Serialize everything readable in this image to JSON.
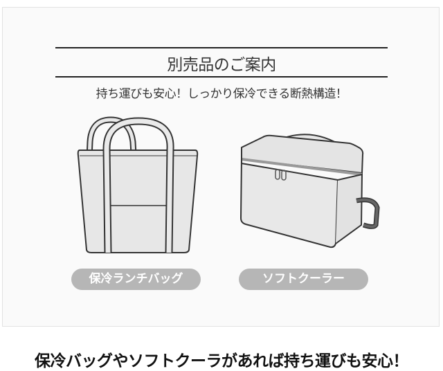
{
  "panel": {
    "title": "別売品のご案内",
    "subtitle": "持ち運びも安心！しっかり保冷できる断熱構造！",
    "products": [
      {
        "label": "保冷ランチバッグ",
        "icon": "tote-bag-icon"
      },
      {
        "label": "ソフトクーラー",
        "icon": "soft-cooler-icon"
      }
    ]
  },
  "caption": "保冷バッグやソフトクーラがあれば持ち運びも安心！"
}
